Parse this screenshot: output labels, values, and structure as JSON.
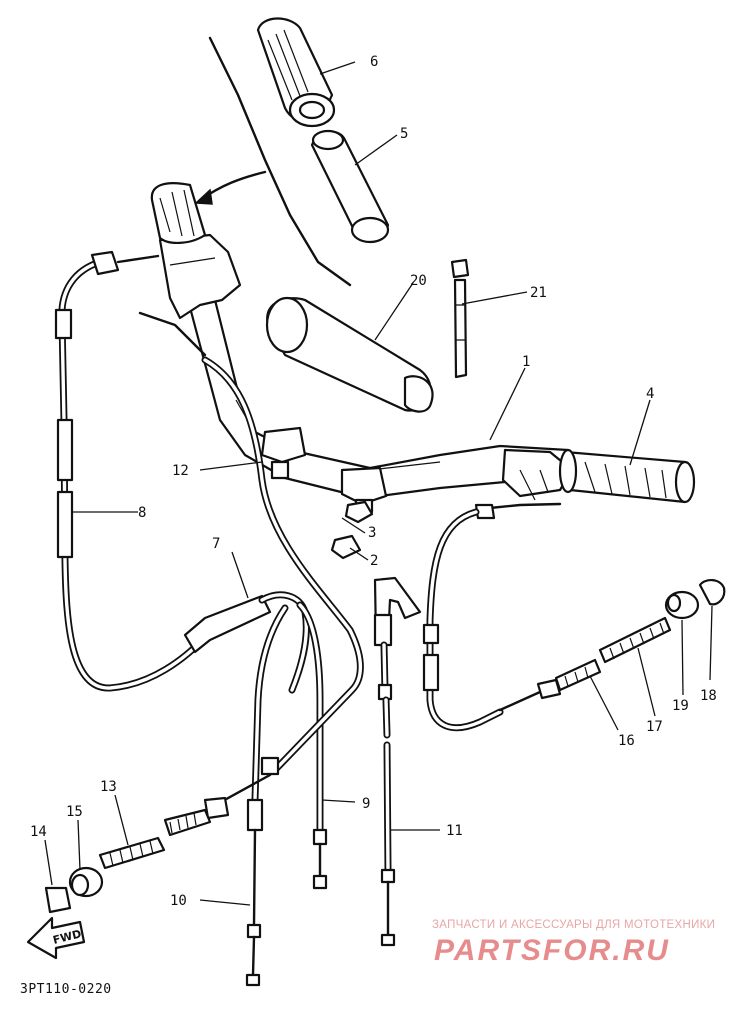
{
  "callouts": [
    "1",
    "2",
    "3",
    "4",
    "5",
    "6",
    "7",
    "8",
    "9",
    "10",
    "11",
    "12",
    "13",
    "14",
    "15",
    "16",
    "17",
    "18",
    "19",
    "20",
    "21"
  ],
  "fwd_label": "FWD",
  "diagram_code": "3PT110-0220",
  "watermark": {
    "tagline": "ЗАПЧАСТИ И АКСЕССУАРЫ ДЛЯ МОТОТЕХНИКИ",
    "logo_text": "PARTSFOR.RU"
  }
}
